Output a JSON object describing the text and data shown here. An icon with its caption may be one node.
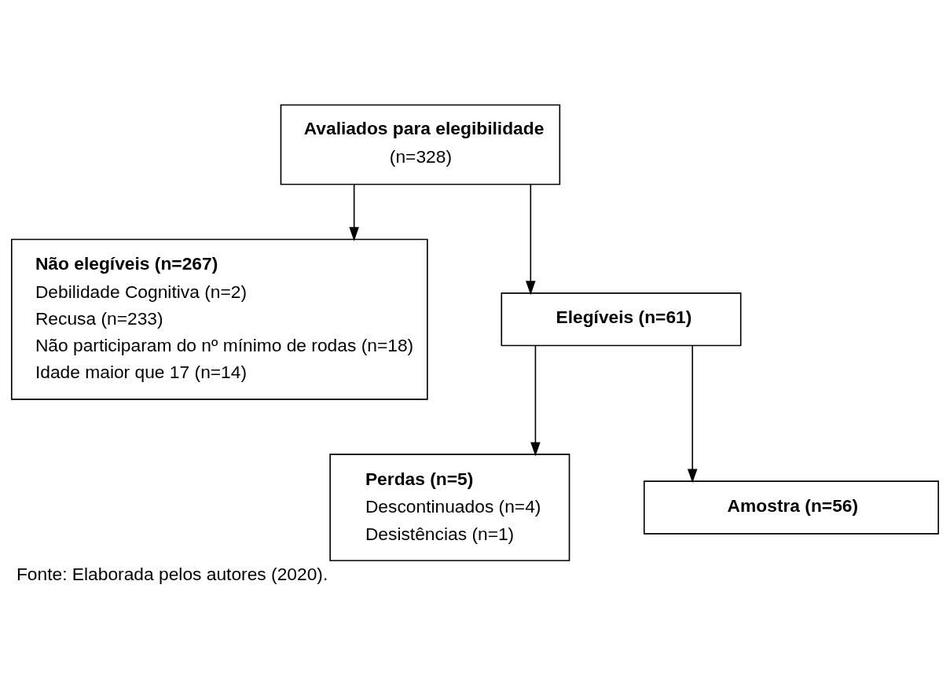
{
  "diagram": {
    "caption": "Fonte: Elaborada pelos autores (2020).",
    "nodes": [
      {
        "text": [
          "Avaliados para elegibilidade",
          "(n=328)"
        ]
      },
      {
        "text": [
          "Não elegíveis (n=267)",
          "Debilidade Cognitiva (n=2)",
          "Recusa (n=233)",
          "Não participaram do nº mínimo de rodas (n=18)",
          "Idade maior que 17 (n=14)"
        ]
      },
      {
        "text": [
          "Elegíveis (n=61)"
        ]
      },
      {
        "text": [
          "Perdas (n=5)",
          "Descontinuados (n=4)",
          "Desistências (n=1)"
        ]
      },
      {
        "text": [
          "Amostra (n=56)"
        ]
      }
    ],
    "edges": [
      {
        "from": 0,
        "to": 1,
        "arrow": "to"
      },
      {
        "from": 0,
        "to": 2,
        "arrow": "to"
      },
      {
        "from": 2,
        "to": 3,
        "arrow": "to"
      },
      {
        "from": 2,
        "to": 4,
        "arrow": "to"
      }
    ]
  }
}
